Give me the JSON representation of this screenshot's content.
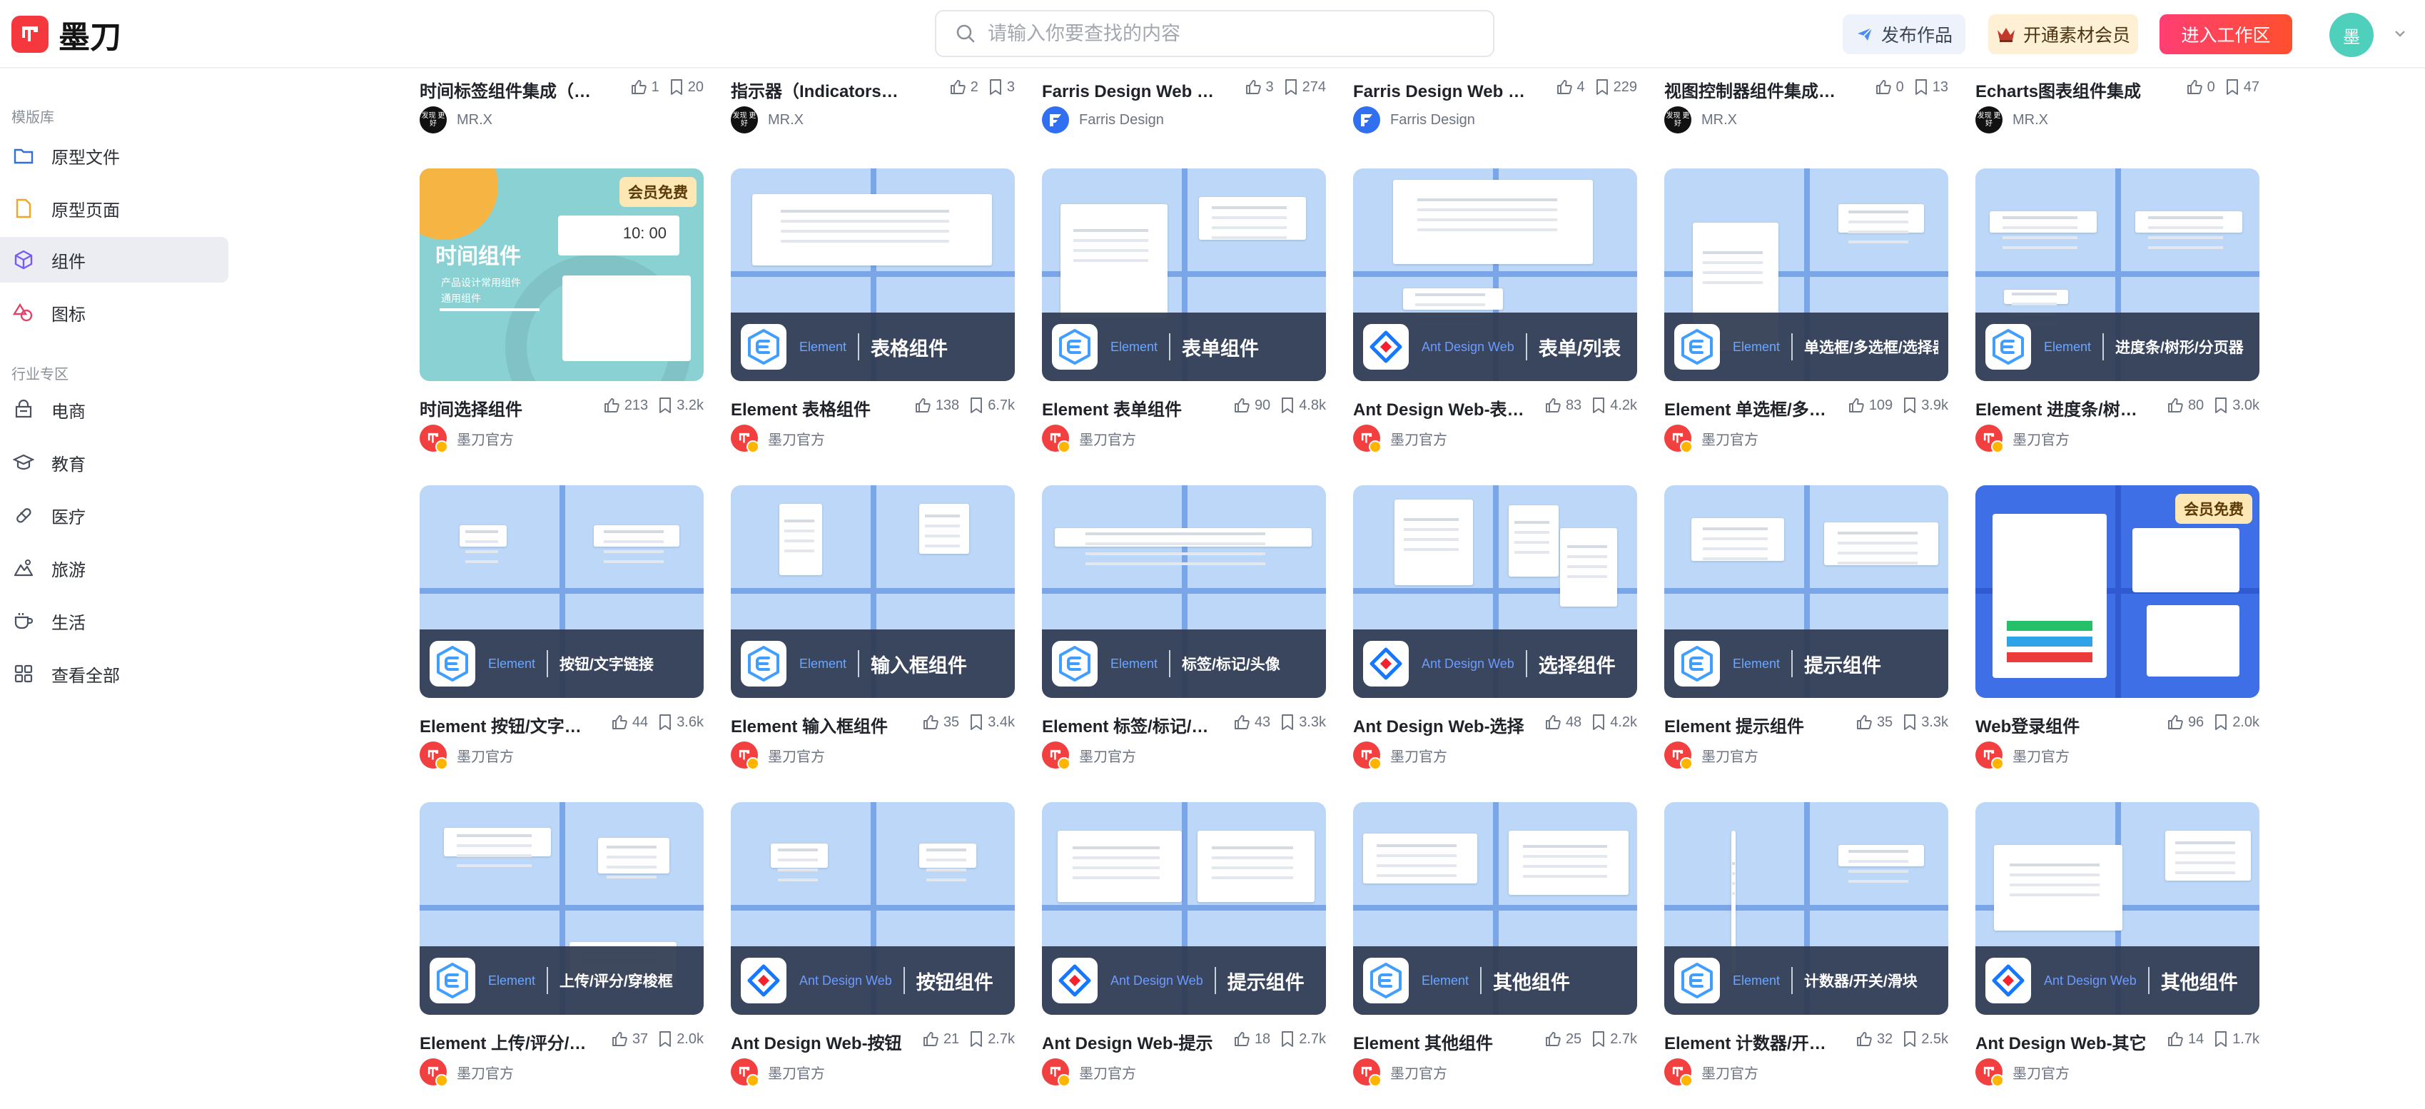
{
  "app": {
    "name": "墨刀"
  },
  "search": {
    "placeholder": "请输入你要查找的内容"
  },
  "header": {
    "publish": "发布作品",
    "vip": "开通素材会员",
    "workspace": "进入工作区",
    "avatar_initial": "墨"
  },
  "sidebar": {
    "group1": "模版库",
    "items": [
      {
        "label": "原型文件",
        "icon": "folder-icon",
        "color": "#2f6fde"
      },
      {
        "label": "原型页面",
        "icon": "page-icon",
        "color": "#f4a623"
      },
      {
        "label": "组件",
        "icon": "cube-icon",
        "color": "#7a5af5"
      },
      {
        "label": "图标",
        "icon": "shapes-icon",
        "color": "#e0446a"
      }
    ],
    "group2": "行业专区",
    "industry": [
      {
        "label": "电商",
        "icon": "shop-icon"
      },
      {
        "label": "教育",
        "icon": "education-icon"
      },
      {
        "label": "医疗",
        "icon": "pill-icon"
      },
      {
        "label": "旅游",
        "icon": "travel-icon"
      },
      {
        "label": "生活",
        "icon": "cup-icon"
      },
      {
        "label": "查看全部",
        "icon": "grid-icon"
      }
    ]
  },
  "top_partial": [
    {
      "title": "时间标签组件集成（Time)",
      "likes": "1",
      "saves": "20",
      "author": "MR.X",
      "avatar": "mrx",
      "avatar_text": "发现 更好"
    },
    {
      "title": "指示器（Indicators&Pointers)",
      "likes": "2",
      "saves": "3",
      "author": "MR.X",
      "avatar": "mrx",
      "avatar_text": "发现 更好"
    },
    {
      "title": "Farris Design Web 组件库",
      "likes": "3",
      "saves": "274",
      "author": "Farris Design",
      "avatar": "farris",
      "avatar_text": ""
    },
    {
      "title": "Farris Design Web 组件库",
      "likes": "4",
      "saves": "229",
      "author": "Farris Design",
      "avatar": "farris",
      "avatar_text": ""
    },
    {
      "title": "视图控制器组件集成（View Controller)",
      "likes": "0",
      "saves": "13",
      "author": "MR.X",
      "avatar": "mrx",
      "avatar_text": "发现 更好"
    },
    {
      "title": "Echarts图表组件集成",
      "likes": "0",
      "saves": "47",
      "author": "MR.X",
      "avatar": "mrx",
      "avatar_text": "发现 更好"
    }
  ],
  "cards": [
    {
      "title": "时间选择组件",
      "likes": "213",
      "saves": "3.2k",
      "author": "墨刀官方",
      "brand": "",
      "overlay": "",
      "badge": "会员免费",
      "special": "time",
      "special_title": "时间组件",
      "special_sub1": "产品设计常用组件",
      "special_sub2": "通用组件",
      "clock": "10: 00"
    },
    {
      "title": "Element 表格组件",
      "likes": "138",
      "saves": "6.7k",
      "author": "墨刀官方",
      "brand": "Element",
      "overlay": "表格组件",
      "badge": ""
    },
    {
      "title": "Element 表单组件",
      "likes": "90",
      "saves": "4.8k",
      "author": "墨刀官方",
      "brand": "Element",
      "overlay": "表单组件",
      "badge": ""
    },
    {
      "title": "Ant Design Web-表单/列表",
      "likes": "83",
      "saves": "4.2k",
      "author": "墨刀官方",
      "brand": "Ant Design Web",
      "overlay": "表单/列表",
      "badge": ""
    },
    {
      "title": "Element 单选框/多选框/选择器",
      "likes": "109",
      "saves": "3.9k",
      "author": "墨刀官方",
      "brand": "Element",
      "overlay": "单选框/多选框/选择器",
      "badge": ""
    },
    {
      "title": "Element 进度条/树形/分页器",
      "likes": "80",
      "saves": "3.0k",
      "author": "墨刀官方",
      "brand": "Element",
      "overlay": "进度条/树形/分页器",
      "badge": ""
    },
    {
      "title": "Element 按钮/文字链接",
      "likes": "44",
      "saves": "3.6k",
      "author": "墨刀官方",
      "brand": "Element",
      "overlay": "按钮/文字链接",
      "badge": ""
    },
    {
      "title": "Element 输入框组件",
      "likes": "35",
      "saves": "3.4k",
      "author": "墨刀官方",
      "brand": "Element",
      "overlay": "输入框组件",
      "badge": ""
    },
    {
      "title": "Element 标签/标记/头像",
      "likes": "43",
      "saves": "3.3k",
      "author": "墨刀官方",
      "brand": "Element",
      "overlay": "标签/标记/头像",
      "badge": ""
    },
    {
      "title": "Ant Design Web-选择",
      "likes": "48",
      "saves": "4.2k",
      "author": "墨刀官方",
      "brand": "Ant Design Web",
      "overlay": "选择组件",
      "badge": ""
    },
    {
      "title": "Element 提示组件",
      "likes": "35",
      "saves": "3.3k",
      "author": "墨刀官方",
      "brand": "Element",
      "overlay": "提示组件",
      "badge": ""
    },
    {
      "title": "Web登录组件",
      "likes": "96",
      "saves": "2.0k",
      "author": "墨刀官方",
      "brand": "",
      "overlay": "",
      "badge": "会员免费",
      "special": "login"
    },
    {
      "title": "Element 上传/评分/穿梭框",
      "likes": "37",
      "saves": "2.0k",
      "author": "墨刀官方",
      "brand": "Element",
      "overlay": "上传/评分/穿梭框",
      "badge": ""
    },
    {
      "title": "Ant Design Web-按钮",
      "likes": "21",
      "saves": "2.7k",
      "author": "墨刀官方",
      "brand": "Ant Design Web",
      "overlay": "按钮组件",
      "badge": ""
    },
    {
      "title": "Ant Design Web-提示",
      "likes": "18",
      "saves": "2.7k",
      "author": "墨刀官方",
      "brand": "Ant Design Web",
      "overlay": "提示组件",
      "badge": ""
    },
    {
      "title": "Element 其他组件",
      "likes": "25",
      "saves": "2.7k",
      "author": "墨刀官方",
      "brand": "Element",
      "overlay": "其他组件",
      "badge": ""
    },
    {
      "title": "Element 计数器/开关/滑块",
      "likes": "32",
      "saves": "2.5k",
      "author": "墨刀官方",
      "brand": "Element",
      "overlay": "计数器/开关/滑块",
      "badge": ""
    },
    {
      "title": "Ant Design Web-其它",
      "likes": "14",
      "saves": "1.7k",
      "author": "墨刀官方",
      "brand": "Ant Design Web",
      "overlay": "其他组件",
      "badge": ""
    }
  ],
  "colors": {
    "brand_red": "#f5383e",
    "element_blue": "#409eff",
    "ant_blue": "#1677ff",
    "ant_red": "#f5222d"
  }
}
